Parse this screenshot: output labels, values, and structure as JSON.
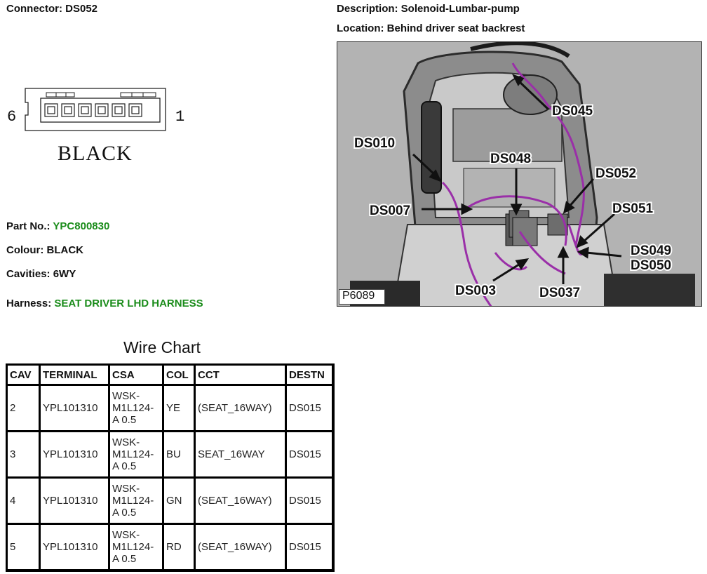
{
  "connector": {
    "label": "Connector: DS052",
    "pin_left": "6",
    "pin_right": "1",
    "colour_text": "BLACK"
  },
  "description": "Description: Solenoid-Lumbar-pump",
  "location": "Location: Behind driver seat backrest",
  "details": {
    "part_no_label": "Part No.:",
    "part_no_value": "YPC800830",
    "colour_label": "Colour:",
    "colour_value": "BLACK",
    "cavities_label": "Cavities:",
    "cavities_value": "6WY",
    "harness_label": "Harness:",
    "harness_value": "SEAT DRIVER LHD HARNESS"
  },
  "photo": {
    "id": "P6089",
    "callouts": [
      "DS045",
      "DS010",
      "DS048",
      "DS052",
      "DS007",
      "DS051",
      "DS049",
      "DS050",
      "DS003",
      "DS037"
    ]
  },
  "wire_chart": {
    "title": "Wire Chart",
    "headers": [
      "CAV",
      "TERMINAL",
      "CSA",
      "COL",
      "CCT",
      "DESTN"
    ],
    "rows": [
      {
        "cav": "2",
        "terminal": "YPL101310",
        "csa": [
          "WSK-",
          "M1L124-",
          "A 0.5"
        ],
        "col": "YE",
        "cct": "(SEAT_16WAY)",
        "destn": "DS015"
      },
      {
        "cav": "3",
        "terminal": "YPL101310",
        "csa": [
          "WSK-",
          "M1L124-",
          "A 0.5"
        ],
        "col": "BU",
        "cct": "SEAT_16WAY",
        "destn": "DS015"
      },
      {
        "cav": "4",
        "terminal": "YPL101310",
        "csa": [
          "WSK-",
          "M1L124-",
          "A 0.5"
        ],
        "col": "GN",
        "cct": "(SEAT_16WAY)",
        "destn": "DS015"
      },
      {
        "cav": "5",
        "terminal": "YPL101310",
        "csa": [
          "WSK-",
          "M1L124-",
          "A 0.5"
        ],
        "col": "RD",
        "cct": "(SEAT_16WAY)",
        "destn": "DS015"
      }
    ]
  },
  "colors": {
    "green_value": "#1a8c1a",
    "wire_purple": "#9a2fa8"
  }
}
